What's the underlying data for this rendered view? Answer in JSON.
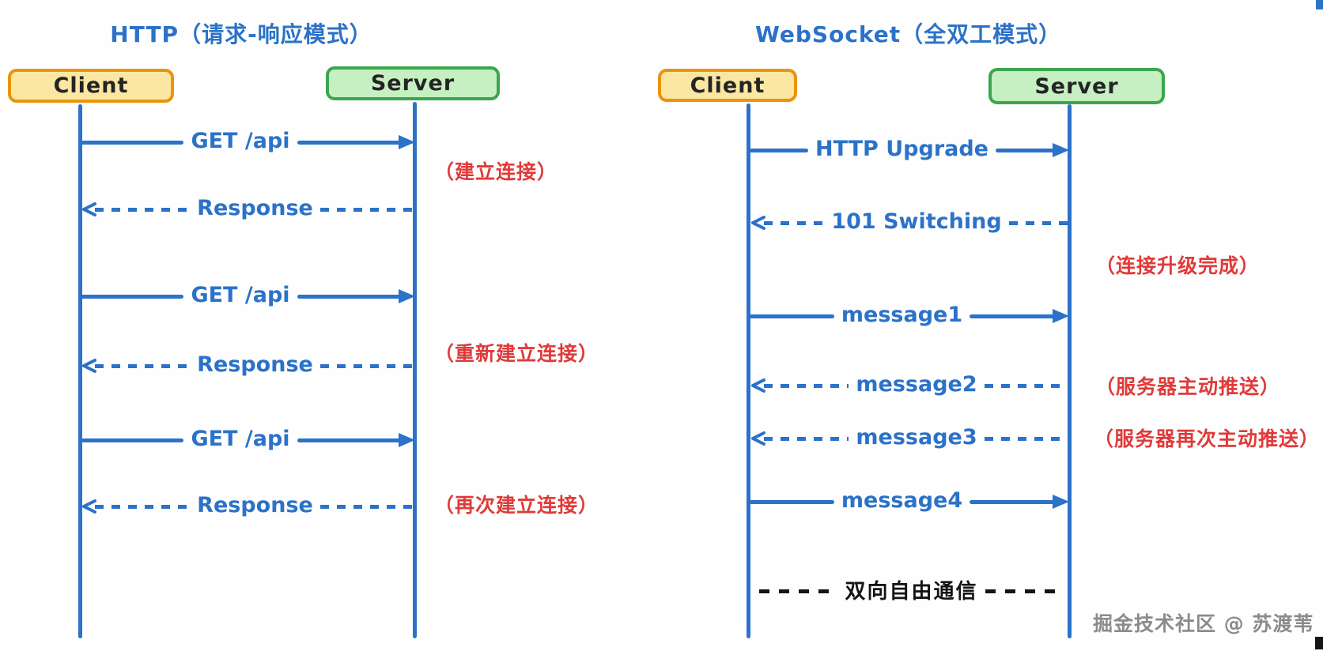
{
  "colors": {
    "blue": "#2B72C8",
    "red": "#E03A3A",
    "black": "#141414",
    "clientFill": "#FBE7A2",
    "clientBorder": "#E8940C",
    "serverFill": "#C6EFC2",
    "serverBorder": "#3BA64E",
    "watermark": "#8B8B8B"
  },
  "http": {
    "title": "HTTP（请求-响应模式）",
    "client_label": "Client",
    "server_label": "Server",
    "messages": [
      {
        "label": "GET /api",
        "dir": "right",
        "style": "solid"
      },
      {
        "label": "Response",
        "dir": "left",
        "style": "dashed"
      },
      {
        "label": "GET /api",
        "dir": "right",
        "style": "solid"
      },
      {
        "label": "Response",
        "dir": "left",
        "style": "dashed"
      },
      {
        "label": "GET /api",
        "dir": "right",
        "style": "solid"
      },
      {
        "label": "Response",
        "dir": "left",
        "style": "dashed"
      }
    ],
    "annotations": [
      {
        "text": "（建立连接）"
      },
      {
        "text": "（重新建立连接）"
      },
      {
        "text": "（再次建立连接）"
      }
    ]
  },
  "websocket": {
    "title": "WebSocket（全双工模式）",
    "client_label": "Client",
    "server_label": "Server",
    "messages": [
      {
        "label": "HTTP Upgrade",
        "dir": "right",
        "style": "solid"
      },
      {
        "label": "101 Switching",
        "dir": "left",
        "style": "dashed"
      },
      {
        "label": "message1",
        "dir": "right",
        "style": "solid"
      },
      {
        "label": "message2",
        "dir": "left",
        "style": "dashed"
      },
      {
        "label": "message3",
        "dir": "left",
        "style": "dashed"
      },
      {
        "label": "message4",
        "dir": "right",
        "style": "solid"
      }
    ],
    "annotations": [
      {
        "text": "（连接升级完成）"
      },
      {
        "text": "（服务器主动推送）"
      },
      {
        "text": "（服务器再次主动推送）"
      }
    ],
    "free_comm": "双向自由通信"
  },
  "watermark": "掘金技术社区 @ 苏渡苇"
}
